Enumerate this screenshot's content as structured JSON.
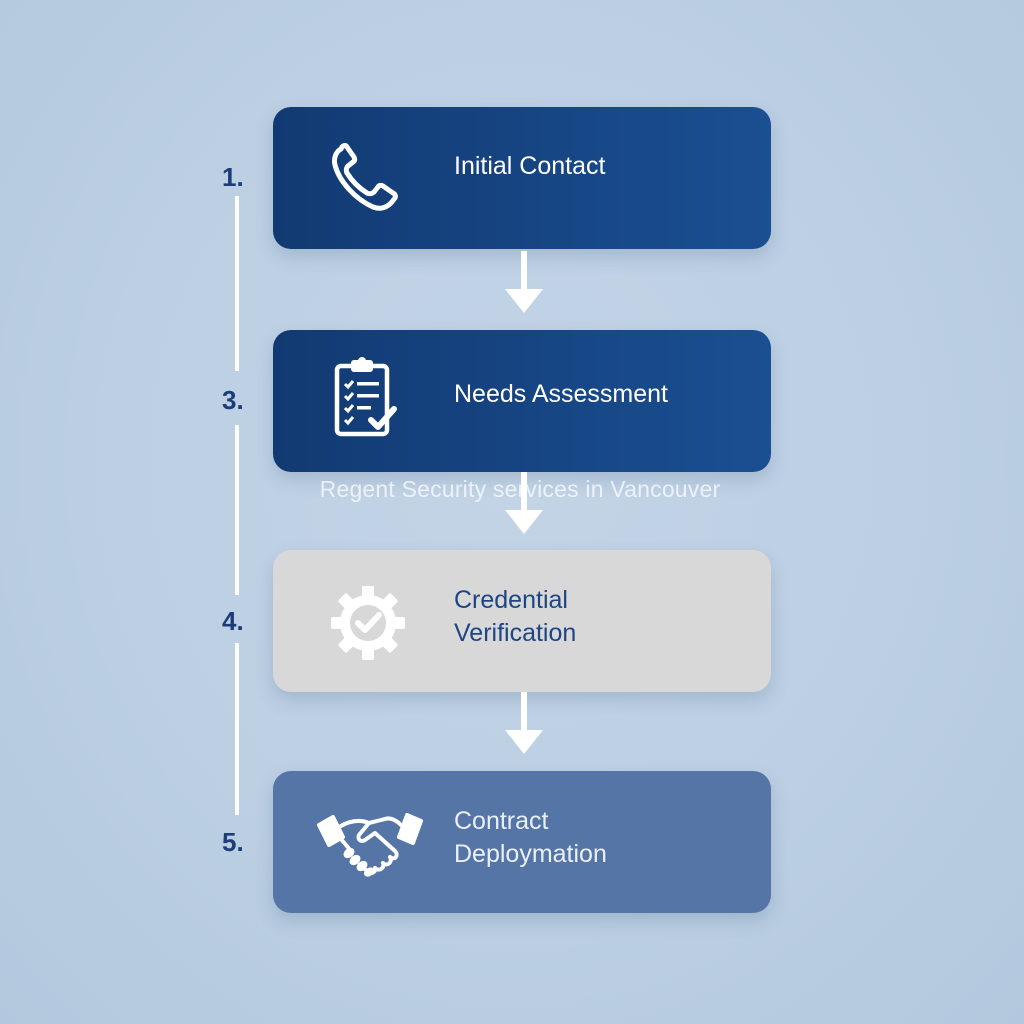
{
  "steps": [
    {
      "number": "1.",
      "label": "Initial Contact",
      "icon": "phone-icon"
    },
    {
      "number": "3.",
      "label": "Needs Assessment",
      "icon": "clipboard-check-icon"
    },
    {
      "number": "4.",
      "label": "Credential\nVerification",
      "icon": "gear-check-icon"
    },
    {
      "number": "5.",
      "label": "Contract\nDeploymation",
      "icon": "handshake-icon"
    }
  ],
  "watermark": "Regent Security services in Vancouver",
  "colors": {
    "background": "#bccfe3",
    "card_dark": "#163f7c",
    "card_light": "#d8d8d9",
    "card_mid": "#5475a6",
    "number_text": "#1c3d78",
    "connector": "#ffffff"
  }
}
